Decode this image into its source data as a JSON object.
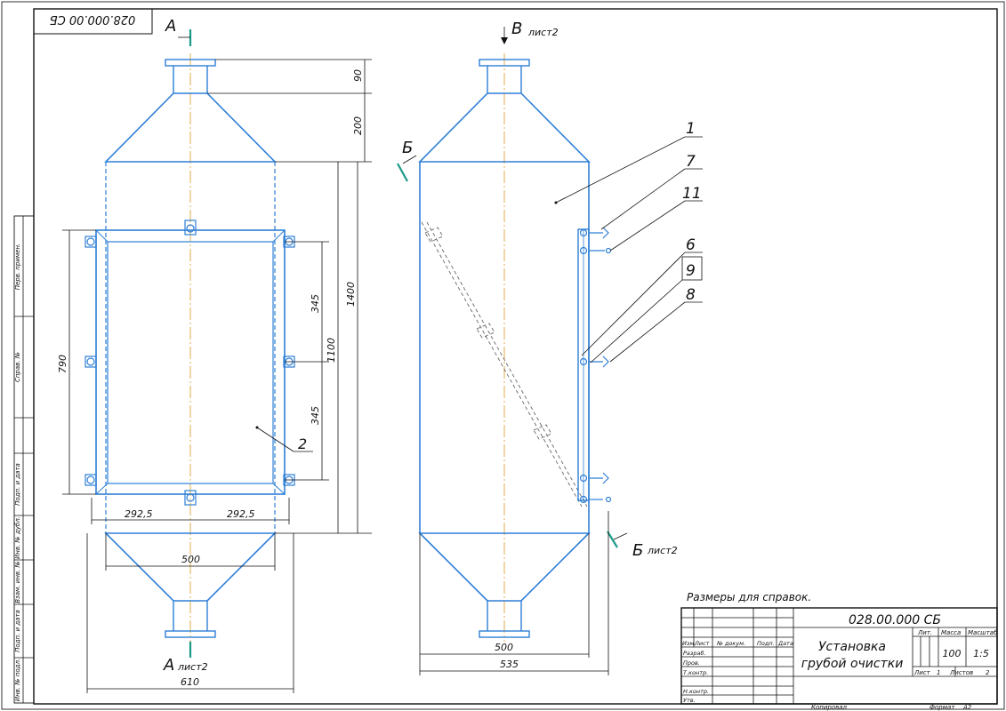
{
  "stamp_code": "028.000.00 СБ",
  "views": {
    "front": {
      "section_top": "А",
      "section_bottom": "А",
      "section_bottom_sheet": "лист2",
      "dims": {
        "d90": "90",
        "d200": "200",
        "d1400": "1400",
        "d1100": "1100",
        "d345a": "345",
        "d345b": "345",
        "d790": "790",
        "d292a": "292,5",
        "d292b": "292,5",
        "d500": "500",
        "d610": "610"
      },
      "callout_2": "2"
    },
    "side": {
      "section_top": "В",
      "section_top_sheet": "лист2",
      "section_b_left": "Б",
      "section_b_right": "Б",
      "section_b_right_sheet": "лист2",
      "callouts": [
        "1",
        "7",
        "11",
        "6",
        "9",
        "8"
      ],
      "dims": {
        "d500": "500",
        "d535": "535"
      }
    }
  },
  "note_reference": "Размеры для справок.",
  "title_block": {
    "designation": "028.00.000 СБ",
    "name_line1": "Установка",
    "name_line2": "грубой очистки",
    "col_izm": "Изм.",
    "col_list": "Лист",
    "col_ndokum": "№ докум.",
    "col_podp": "Подп.",
    "col_data": "Дата",
    "row_razrab": "Разраб.",
    "row_prov": "Пров.",
    "row_tkontr": "Т.контр.",
    "row_nkontr": "Н.контр.",
    "row_utv": "Утв.",
    "lit_label": "Лит.",
    "massa_label": "Масса",
    "masshtab_label": "Масштаб",
    "massa_value": "100",
    "masshtab_value": "1:5",
    "list_label": "Лист",
    "list_value": "1",
    "listov_label": "Листов",
    "listov_value": "2",
    "copied": "Копировал",
    "format_label": "Формат",
    "format_value": "А2"
  },
  "side_strip": {
    "perv_primen": "Перв. примен.",
    "sprav_no": "Справ. №",
    "podp_data1": "Подп. и дата",
    "inv_dubl": "Инв. № дубл.",
    "vzam_inv": "Взам. инв. №",
    "podp_data2": "Подп. и дата",
    "inv_podl": "Инв. № подл."
  }
}
